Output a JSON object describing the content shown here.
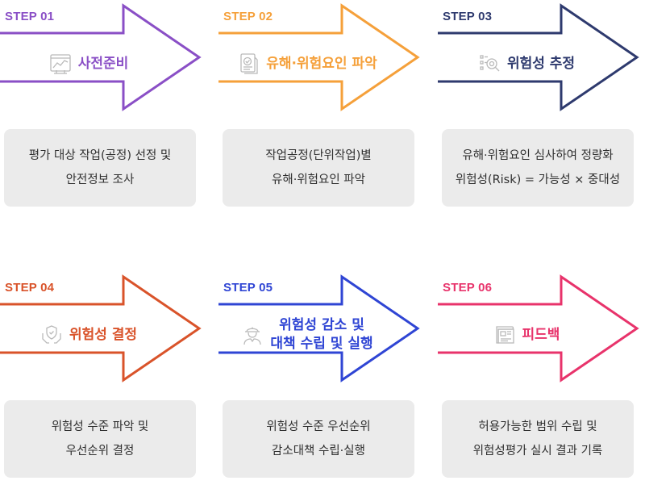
{
  "steps": [
    {
      "step_label": "STEP 01",
      "title_lines": [
        "사전준비"
      ],
      "description_lines": [
        "평가 대상 작업(공정) 선정 및",
        "안전정보 조사"
      ],
      "color": "#8a4fc6",
      "icon": "chart-analysis-icon"
    },
    {
      "step_label": "STEP 02",
      "title_lines": [
        "유해·위험요인 파악"
      ],
      "description_lines": [
        "작업공정(단위작업)별",
        "유해·위험요인 파악"
      ],
      "color": "#f5a03a",
      "icon": "checklist-document-icon"
    },
    {
      "step_label": "STEP 03",
      "title_lines": [
        "위험성 추정"
      ],
      "description_lines": [
        "유해·위험요인 심사하여 정량화",
        "위험성(Risk) = 가능성 × 중대성"
      ],
      "color": "#2e3a6e",
      "icon": "magnifier-list-icon"
    },
    {
      "step_label": "STEP 04",
      "title_lines": [
        "위험성 결정"
      ],
      "description_lines": [
        "위험성 수준 파악 및",
        "우선순위 결정"
      ],
      "color": "#d9532a",
      "icon": "shield-hands-icon"
    },
    {
      "step_label": "STEP 05",
      "title_lines": [
        "위험성 감소 및",
        "대책 수립 및 실행"
      ],
      "description_lines": [
        "위험성 수준 우선순위",
        "감소대책 수립·실행"
      ],
      "color": "#2f45d4",
      "icon": "worker-helmet-icon"
    },
    {
      "step_label": "STEP 06",
      "title_lines": [
        "피드백"
      ],
      "description_lines": [
        "허용가능한 범위 수립 및",
        "위험성평가 실시 결과 기록"
      ],
      "color": "#e8336b",
      "icon": "blueprint-icon"
    }
  ]
}
